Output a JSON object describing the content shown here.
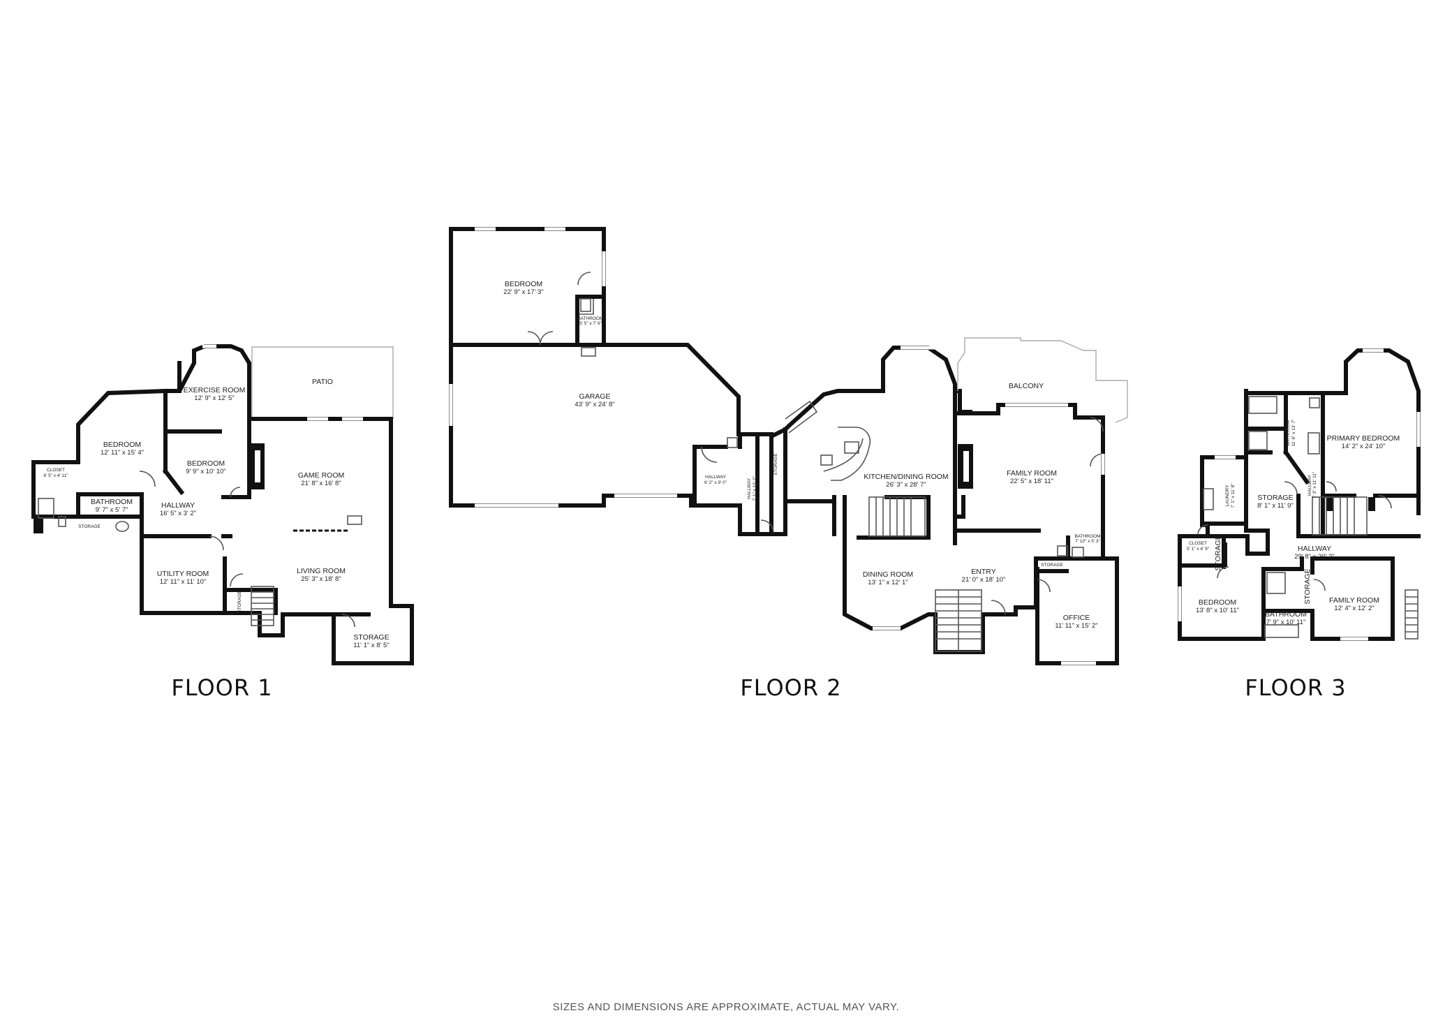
{
  "floors": [
    {
      "label": "FLOOR 1",
      "rooms": [
        {
          "name": "EXERCISE ROOM",
          "dims": "12' 9\" x 12' 5\""
        },
        {
          "name": "PATIO",
          "dims": ""
        },
        {
          "name": "BEDROOM",
          "dims": "12' 11\" x 15' 4\""
        },
        {
          "name": "BEDROOM",
          "dims": "9' 9\" x 10' 10\""
        },
        {
          "name": "CLOSET",
          "dims": "6' 5\" x 4' 11\""
        },
        {
          "name": "GAME ROOM",
          "dims": "21' 8\" x 16' 8\""
        },
        {
          "name": "BATHROOM",
          "dims": "9' 7\" x 5' 7\""
        },
        {
          "name": "HALLWAY",
          "dims": "16' 5\" x 3' 2\""
        },
        {
          "name": "STORAGE",
          "dims": ""
        },
        {
          "name": "UTILITY ROOM",
          "dims": "12' 11\" x 11' 10\""
        },
        {
          "name": "LIVING ROOM",
          "dims": "25' 3\" x 18' 8\""
        },
        {
          "name": "STORAGE",
          "dims": ""
        },
        {
          "name": "STORAGE",
          "dims": "11' 1\" x 8' 5\""
        }
      ]
    },
    {
      "label": "FLOOR 2",
      "rooms": [
        {
          "name": "BEDROOM",
          "dims": "22' 9\" x 17' 3\""
        },
        {
          "name": "BATHROOM",
          "dims": "5' 5\" x 7' 6\""
        },
        {
          "name": "GARAGE",
          "dims": "43' 9\" x 24' 8\""
        },
        {
          "name": "BALCONY",
          "dims": ""
        },
        {
          "name": "HALLWAY",
          "dims": "6' 2\" x 9' 0\""
        },
        {
          "name": "HALLWAY",
          "dims": "7' 1\" x 15' 2\""
        },
        {
          "name": "STORAGE",
          "dims": ""
        },
        {
          "name": "KITCHEN/DINING ROOM",
          "dims": "26' 3\" x 28' 7\""
        },
        {
          "name": "FAMILY ROOM",
          "dims": "22' 5\" x 18' 11\""
        },
        {
          "name": "BATHROOM",
          "dims": "7' 10\" x 5' 3\""
        },
        {
          "name": "STORAGE",
          "dims": ""
        },
        {
          "name": "DINING ROOM",
          "dims": "13' 1\" x 12' 1\""
        },
        {
          "name": "ENTRY",
          "dims": "21' 0\" x 18' 10\""
        },
        {
          "name": "OFFICE",
          "dims": "11' 11\" x 15' 2\""
        }
      ]
    },
    {
      "label": "FLOOR 3",
      "rooms": [
        {
          "name": "BATHROOM",
          "dims": "11' 6\" x 13' 7\""
        },
        {
          "name": "PRIMARY BEDROOM",
          "dims": "14' 2\" x 24' 10\""
        },
        {
          "name": "LAUNDRY",
          "dims": "7' 1\" x 11' 8\""
        },
        {
          "name": "STORAGE",
          "dims": "8' 1\" x 11' 9\""
        },
        {
          "name": "HALLWAY",
          "dims": "7' 3\" x 11' 11\""
        },
        {
          "name": "CLOSET",
          "dims": "5' 1\" x 4' 9\""
        },
        {
          "name": "HALLWAY",
          "dims": "29' 8\" x 20' 2\""
        },
        {
          "name": "STORAGE",
          "dims": ""
        },
        {
          "name": "STORAGE",
          "dims": ""
        },
        {
          "name": "BEDROOM",
          "dims": "13' 8\" x 10' 11\""
        },
        {
          "name": "BATHROOM",
          "dims": "7' 9\" x 10' 11\""
        },
        {
          "name": "FAMILY ROOM",
          "dims": "12' 4\" x 12' 2\""
        }
      ]
    }
  ],
  "disclaimer": "SIZES AND DIMENSIONS ARE APPROXIMATE, ACTUAL MAY VARY.",
  "colors": {
    "wall": "#111111",
    "background": "#ffffff",
    "fixture": "#555555"
  }
}
